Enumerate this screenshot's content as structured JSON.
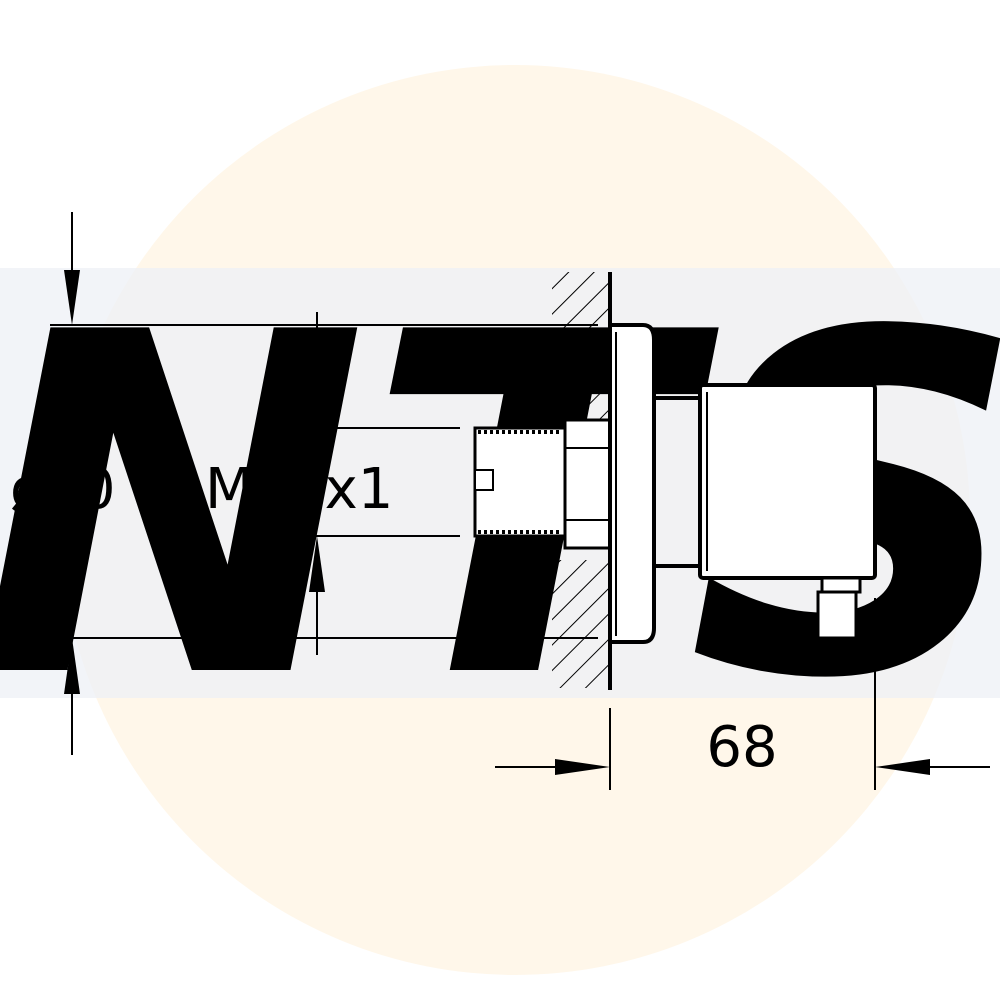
{
  "dimensions": {
    "outer_diameter": "ø80",
    "thread_size": "M24x1",
    "projection_depth": "68"
  },
  "watermark": {
    "text": "NTS",
    "circle_color": "#fff7ea",
    "band_color": "#eef0f6"
  },
  "colors": {
    "line": "#000000",
    "background": "#ffffff"
  }
}
